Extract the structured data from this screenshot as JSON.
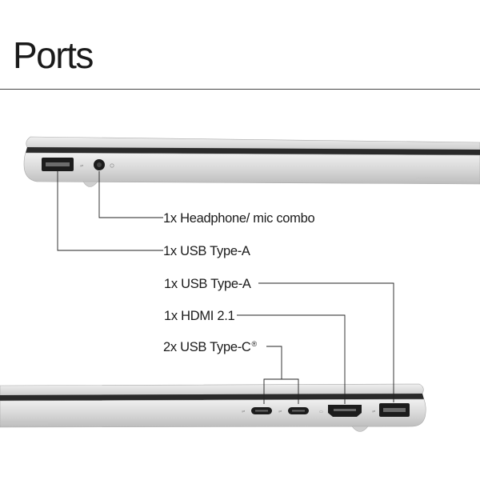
{
  "title": "Ports",
  "top_side": {
    "callouts": [
      {
        "text": "1x Headphone/ mic combo"
      },
      {
        "text": "1x USB Type-A"
      }
    ]
  },
  "bottom_side": {
    "callouts": [
      {
        "text": "1x USB Type-A"
      },
      {
        "text": "1x HDMI 2.1"
      },
      {
        "text": "2x USB Type-C",
        "mark": "®"
      }
    ]
  }
}
